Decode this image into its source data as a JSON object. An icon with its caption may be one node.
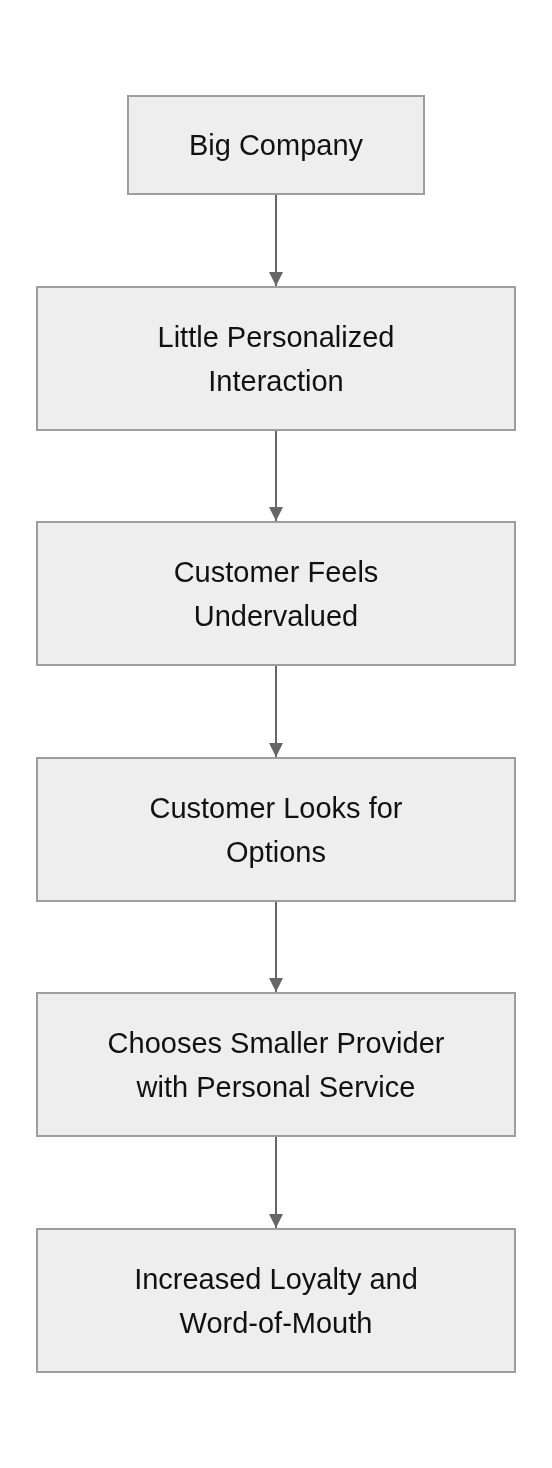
{
  "diagram": {
    "nodes": [
      {
        "text": [
          "Big Company"
        ]
      },
      {
        "text": [
          "Little Personalized Interaction"
        ]
      },
      {
        "text": [
          "Customer Feels Undervalued"
        ]
      },
      {
        "text": [
          "Customer Looks for Options"
        ]
      },
      {
        "text": [
          "Chooses Smaller Provider with Personal Service"
        ]
      },
      {
        "text": [
          "Increased Loyalty and Word-of-Mouth"
        ]
      }
    ],
    "edges": [
      {
        "from": 0,
        "to": 1,
        "arrow": "to"
      },
      {
        "from": 1,
        "to": 2,
        "arrow": "to"
      },
      {
        "from": 2,
        "to": 3,
        "arrow": "to"
      },
      {
        "from": 3,
        "to": 4,
        "arrow": "to"
      },
      {
        "from": 4,
        "to": 5,
        "arrow": "to"
      }
    ]
  }
}
